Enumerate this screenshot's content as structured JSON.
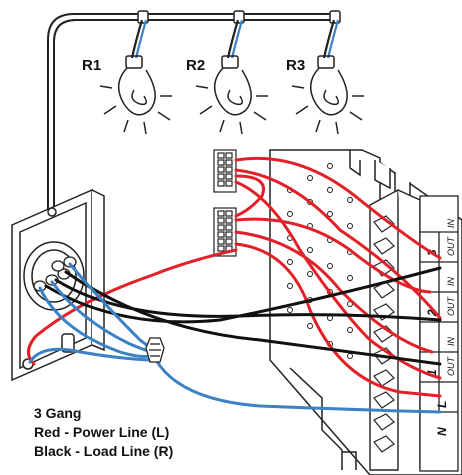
{
  "lamps": [
    {
      "label": "R1"
    },
    {
      "label": "R2"
    },
    {
      "label": "R3"
    }
  ],
  "legend": {
    "title": "3 Gang",
    "line1": "Red - Power Line (L)",
    "line2": "Black - Load Line (R)"
  },
  "terminals": {
    "neutral": "N",
    "live": "L",
    "out": "OUT",
    "in": "IN",
    "channels": [
      "1",
      "2",
      "3"
    ]
  },
  "colors": {
    "red_wire": "#e32027",
    "black_wire": "#111111",
    "blue_wire": "#3b82c4",
    "outline": "#222222"
  }
}
